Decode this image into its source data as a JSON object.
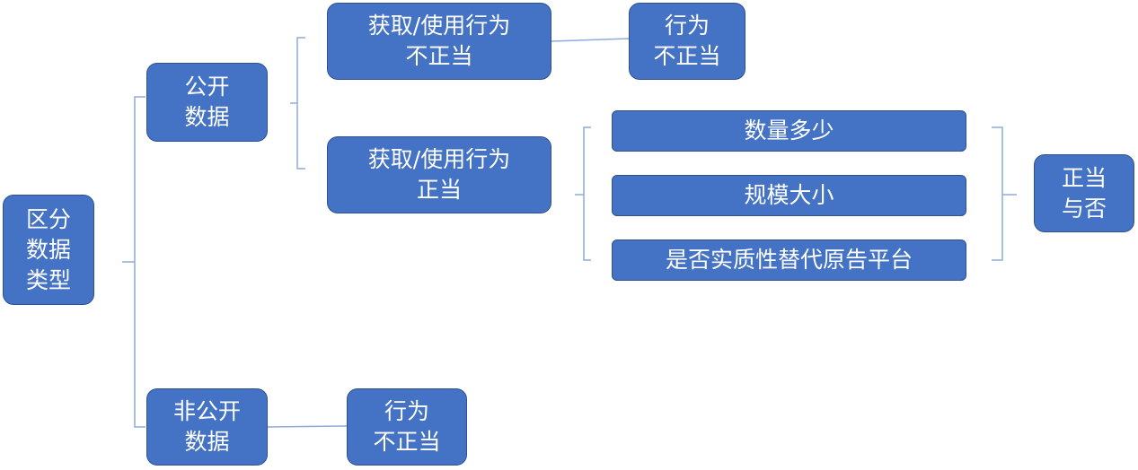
{
  "nodes": {
    "root": "区分\n数据\n类型",
    "public": "公开\n数据",
    "nonpublic": "非公开\n数据",
    "improper_acq": "获取/使用行为\n不正当",
    "proper_acq": "获取/使用行为\n正当",
    "improper_result": "行为\n不正当",
    "nonpublic_result": "行为\n不正当",
    "factor_quantity": "数量多少",
    "factor_scale": "规模大小",
    "factor_substitute": "是否实质性替代原告平台",
    "final_result": "正当\n与否"
  },
  "colors": {
    "box_fill": "#4472c4",
    "box_border": "#2f528f",
    "line": "#8faadc",
    "text": "#ffffff"
  }
}
